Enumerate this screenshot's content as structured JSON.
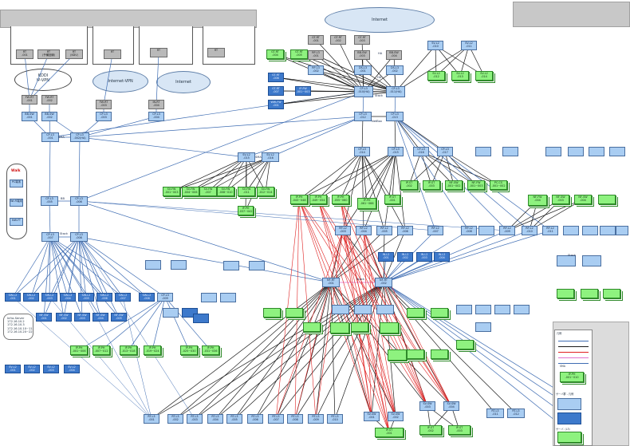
{
  "colors": {
    "light_blue": "#a9cdf2",
    "dark_blue": "#3d79cb",
    "green": "#8ef27f",
    "gray": "#b9b9b9",
    "wire_black": "#1a1a1a",
    "wire_blue": "#3f6db3",
    "wire_red": "#e02020",
    "wire_pink": "#e070d0"
  },
  "clouds": {
    "kddi": {
      "line1": "KDDI",
      "line2": "IP-VPN"
    },
    "internet_vpn": "Internet-VPN",
    "internet_left": "Internet",
    "internet_top": "Internet"
  },
  "labels": {
    "stack_a": "Stack",
    "stack_b": "Stack",
    "stack_c": "Stack",
    "stack_d": "Stack",
    "wan": "Walk",
    "hub_a": "HA",
    "hub_b": "HA",
    "bb": "BB",
    "netbox": "NetBox",
    "smaa": "SMA",
    "smab": "SMA"
  },
  "left_pill": {
    "title": "Walk",
    "items": [
      "PC端末",
      "Wi-Fi端末",
      "NW-FT"
    ]
  },
  "callout": {
    "title": "Infra-Server",
    "lines": [
      "172.16.10.2",
      "172.16.10.3",
      "172.16.10.10~11",
      "172.16.10.20~22"
    ]
  },
  "legend": {
    "title": "凡例",
    "lines": [
      "",
      "",
      "",
      "",
      "",
      ""
    ],
    "sma": "SMA",
    "sample_node": "IP-PH\n-001~010",
    "sec_a": "サーバ群 - 凡例",
    "sec_b": "サーバ（L3）"
  },
  "nodes": {
    "top_l1": "RT\n-001",
    "top_l2": "RT\n(予備回線)",
    "top_l3": "RT\n(KDV)",
    "top_m": "RT",
    "top_r1": "RT",
    "top_r2": "RT",
    "gw1": "GT-RT\n-001",
    "gw2": "GT-RT\n-002",
    "gw3": "GT-RT\n-003",
    "fw_l1": "FW-RT\n-001",
    "fw_l2": "FW-RT\n-002",
    "fw_m": "FW-RT\n-003",
    "fw_r": "IN-RT\n-004",
    "core_l1": "CP-L3\n-001",
    "core_l2": "CP-L3\n-002(HA)",
    "sw_l1": "BB-SW\n-001",
    "sw_l2": "BB-SW\n-002",
    "cp1": "CP-L3\n-003",
    "cp2": "CP-L3\n-004",
    "d1": "SW-L2\n-001",
    "d2": "SW-L2\n-002",
    "d3": "SW-L2\n-003",
    "d4": "SW-L2\n-004",
    "d5": "SW-L2\n-005",
    "d6": "SW-L2\n-006",
    "d7": "SW-L2\n-007",
    "d8": "SW-L2\n-008",
    "i1": "NF-SW\n-001",
    "i2": "NF-SW\n-002",
    "i3": "NF-SW\n-003",
    "i4": "NF-SW\n-004",
    "i5": "NF-SW\n-005",
    "s1": "SV-L2\n-001",
    "s2": "SV-L2\n-002",
    "s3": "SV-L2\n-003",
    "s4": "SV-L2\n-004",
    "m1": "CP-L3\n-005",
    "m2": "CP-L3\n-006",
    "m3": "CP-L3\n-007",
    "m4": "CP-L3\n-008",
    "m5": "CP-L3\n-009",
    "g1": "IP-PH\n-001~006",
    "g2": "IP-PH\n-007~012",
    "g3": "IP-PH\n-013~018",
    "g4": "IP-PH\n-019~024",
    "g5": "IP-PH\n-025~030",
    "g6": "IP-PH\n-031~036",
    "it1": "GT-RT\n-004",
    "it2": "GT-RT\n-005",
    "it3": "GT-RT\n-006",
    "it4": "GT-RT\n-007",
    "ib1": "IP-FW\n-001~003",
    "ib2": "WW-FW\n-001",
    "dmz1": "RP-L3\n-001",
    "dmz2": "RP-L3\n-002",
    "dmz3": "BB-SW\n-003",
    "dmz4": "BB-SW\n-004",
    "dmz5": "DS-L3\n-001",
    "dmz6": "DS-L3\n-002",
    "c1": "CP-L3\n-010(HA)",
    "c2": "CP-L3\n-011(HA)",
    "c3": "CP-L3\n-012",
    "c4": "CP-L3\n-013",
    "sr1": "SV-L2\n-010",
    "sr2": "SV-L2\n-011",
    "sr3": "SV-L2\n-012",
    "sr4": "SV-L2\n-013",
    "sr5": "SV-L2\n-014",
    "sr6": "SV-L2\n-015",
    "sr7": "SV-L2\n-016",
    "gs1": "SV-FW\n-001~003",
    "gs2": "SV-FW\n-004~006",
    "gs3": "SV-FW\n-007",
    "gs4": "SV-FW\n-008~010",
    "gs5": "SV-FW\n-011",
    "gs6": "SV-FW\n-012~014",
    "gn1": "IP-PH\n-037~042",
    "gn2": "IP-PH\n-043~048",
    "gn3": "IP-PH\n-049~054",
    "gn4": "IP-PH\n-055~060",
    "gn5": "IP-PH\n-061~066",
    "dist1": "CP-L3\n-014",
    "dist2": "CP-L3\n-015",
    "rg1": "IP-ST\n-001",
    "rg2": "IP-ST\n-002",
    "rg3": "IP-ST\n-003",
    "mc1": "CP-L3\n-016",
    "mc2": "CP-L3\n-017",
    "mid1": "NF-RT\n-001",
    "mid2": "NF-RT\n-002",
    "mb1": "RP-L2\n-003",
    "mb2": "RP-L2\n-004",
    "mb3": "RP-L2\n-005",
    "mb4": "RP-L2\n-006",
    "mg1": "NF-SW\n-001~002",
    "mg2": "NF-FW\n-001~003",
    "mg3": "PC-CS\n-001~002",
    "mg4": "NF-FW\n-004",
    "mg5": "NF-SW\n-003",
    "mg6": "NF-SW\n-004",
    "mr1": "RP-L2\n-007",
    "mr2": "RP-L2\n-008",
    "mr3": "RP-L2\n-009",
    "mr4": "RP-L2\n-010",
    "mr5": "RP-L2\n-011",
    "bot1": "RT-L3\n-001",
    "bot2": "RT-L3\n-002",
    "bot3": "RT-L3\n-003",
    "bot4": "RT-L3\n-004",
    "bot5": "RT-L3\n-005",
    "bot6": "RT-L3\n-006",
    "bot7": "RT-L3\n-007",
    "bot8": "RT-L3\n-008",
    "bot9": "RT-L3\n-009",
    "bot10": "RT-L3\n-010",
    "bs1": "SV-SW\n-001",
    "bs2": "SV-SW\n-002",
    "bs3": "SV-SW\n-003",
    "bs4": "SV-SW\n-004",
    "bg1": "IP-ST\n-001",
    "bg2": "IP-ST\n-002",
    "bg3": "IP-ST\n-003",
    "br1": "RT-L3\n-011",
    "br2": "RT-L3\n-012",
    "bl1": "SV-L2\n-020",
    "bl2": "SV-L2\n-021",
    "bl3": "SV-L2\n-022",
    "bl4": "SV-L2\n-023",
    "lb1": "IN-L2\n-001",
    "lb2": "IN-L2\n-002",
    "lb3": "IN-L2\n-003",
    "lb4": "IN-L2\n-004",
    "legend_lb": "",
    "legend_db": "",
    "legend_gr": ""
  }
}
